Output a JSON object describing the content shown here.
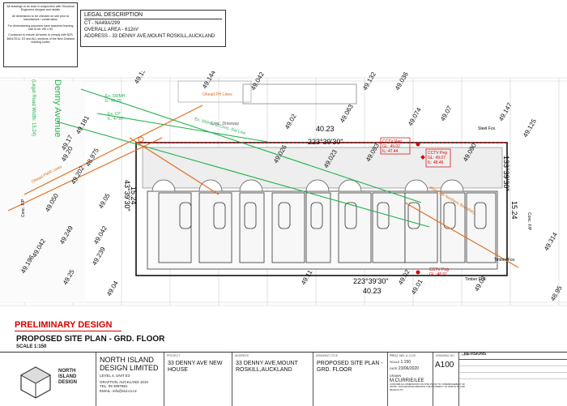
{
  "notes": [
    "All drawings to be read in conjunction with Structural Engineers designs and details",
    "All dimensions to be checked on site prior to manufacture / construction",
    "For dimensioning purposes have assumed framing size to be 190 x 90",
    "Contractor to ensure all works to comply with NZS 3604:2011, E2 and ALL sections of the New Zealand building codes"
  ],
  "legal": {
    "heading": "LEGAL DESCRIPTION",
    "ct": "CT - NA49A/299",
    "area": "OVERALL AREA - 612m²",
    "address": "ADDRESS - 33 DENNY AVE,MOUNT ROSKILL,AUCKLAND"
  },
  "plan": {
    "road_name": "Denny Avenue",
    "road_width": "(Legal Road Width: 15.24)",
    "driveway": "Conc. Driveway",
    "dim_top_len": "40.23",
    "dim_top_bearing": "223°39'30\"",
    "dim_bottom_bearing": "223°39'30\"",
    "dim_bottom_len": "40.23",
    "dim_right_bearing": "133°39'30\"",
    "dim_right_len": "15.24",
    "dim_left_len": "15.24",
    "dim_left_bearing": "43°39'30\"",
    "steel_fence": "Steel Fce.",
    "timber_fence_a": "Timber Fce.",
    "timber_fence_b": "Timber Fce.",
    "ex_swmh": "Ex. SWMH",
    "ex_swmh_il": "IL: 49.20",
    "ex_cp": "Ex. CP",
    "ex_cp_il": "IL: 47.67",
    "ww_line": "Ex. 300mm Ø Conc. SW Line",
    "ohead_pwr": "Ohead PWR Lines",
    "ohead_ph": "Ohead PH Lines",
    "cctv_a": "CCTV Peg",
    "cctv_a_gl": "GL: 49.02",
    "cctv_a_il": "IL: 47.44",
    "cctv_b": "CCTV Peg",
    "cctv_b_gl": "GL: 49.07",
    "cctv_b_il": "IL: 48.46",
    "cctv_c": "CCTV Peg",
    "cctv_c_gl": "GL: 48.91",
    "northern_boundary": "along the Northern Boundary",
    "conc_fp": "Conc. F/P",
    "conc_fp2": "Conc. F/P",
    "levels": [
      "49.157",
      "49.144",
      "49.042",
      "49.132",
      "49.036",
      "49.063",
      "49.07",
      "49.181",
      "49.20",
      "49.202",
      "49.050",
      "49.249",
      "49.042",
      "49.196",
      "49.25",
      "49.239",
      "49.042",
      "49.093",
      "49.074",
      "49.090",
      "49.125",
      "49.026",
      "49.023",
      "49.02",
      "49.147",
      "49.314",
      "49.01",
      "49.03",
      "48.95",
      "49.17",
      "48.975",
      "49.05",
      "49.11",
      "49.04",
      "49.02"
    ]
  },
  "labels": {
    "prelim": "PRELIMINARY DESIGN",
    "title": "PROPOSED SITE PLAN - GRD. FLOOR",
    "scale": "SCALE 1:150"
  },
  "titleblock": {
    "company_line1": "NORTH ISLAND",
    "company_line2": "DESIGN LIMITED",
    "logo_text_1": "NORTH",
    "logo_text_2": "ISLAND",
    "logo_text_3": "DESIGN",
    "addr1": "LEVEL 4, UNIT E3",
    "addr2": "GRAFTON, AUCKLAND 1010",
    "tel": "TEL: 09 3097881",
    "email": "EMAIL: info@nid.co.nz",
    "project_cap": "PROJECT",
    "project": "33 DENNY AVE NEW HOUSE",
    "address_cap": "ADDRESS",
    "address": "33 DENNY AVE,MOUNT ROSKILL,AUCKLAND",
    "drawing_cap": "DRAWING TITLE",
    "drawing": "PROPOSED SITE PLAN -GRD. FLOOR",
    "proj_no_cap": "PROJ. NO.",
    "proj_no": "A-1133",
    "scale_cap": "SCALE",
    "scale": "1:150",
    "date_cap": "DATE",
    "date": "23/06/2020",
    "drawn_cap": "DRAWN",
    "drawn": "M.CURRIE/LEE",
    "drawing_no_cap": "DRAWING NO.",
    "drawing_no": "A100",
    "rev_cap": "REV.",
    "revisions_cap": "REVISIONS",
    "copyright": "CONFIRM ALL DIMENSIONS ON SITE PRIOR TO COMMENCEMENT OF WORK. THIS DRAWING REMAINS THE PROPERTY OF NORTH ISLAND DESIGN LTD."
  },
  "colors": {
    "green": "#22b14c",
    "orange": "#e06a1a",
    "red": "#d40000"
  }
}
